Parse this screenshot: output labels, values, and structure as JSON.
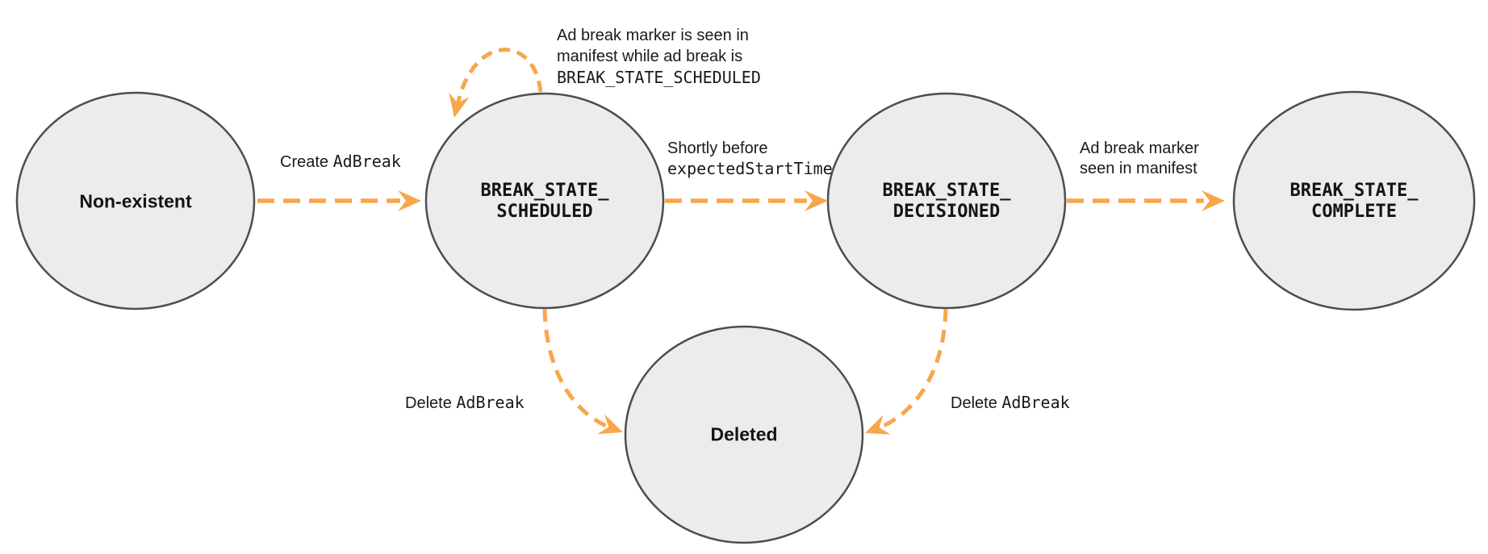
{
  "diagram": {
    "colors": {
      "arrow": "#F8A64C",
      "node_fill": "#ECECEC",
      "node_stroke": "#4D4D4D",
      "text": "#1A1A1A"
    },
    "states": [
      {
        "id": "non-existent",
        "label": "Non-existent"
      },
      {
        "id": "break-state-scheduled",
        "label": "BREAK_STATE_\nSCHEDULED"
      },
      {
        "id": "break-state-decisioned",
        "label": "BREAK_STATE_\nDECISIONED"
      },
      {
        "id": "break-state-complete",
        "label": "BREAK_STATE_\nCOMPLETE"
      },
      {
        "id": "deleted",
        "label": "Deleted"
      }
    ],
    "edges": {
      "create": {
        "text": "Create ",
        "code": "AdBreak"
      },
      "self_loop": {
        "text": "Ad break marker is seen in\nmanifest while ad break is\n",
        "code": "BREAK_STATE_SCHEDULED"
      },
      "to_decisioned": {
        "text": "Shortly before\n",
        "code": "expectedStartTime"
      },
      "to_complete": {
        "text": "Ad break marker\nseen in manifest"
      },
      "delete_from_scheduled": {
        "text": "Delete ",
        "code": "AdBreak"
      },
      "delete_from_decisioned": {
        "text": "Delete ",
        "code": "AdBreak"
      }
    }
  }
}
